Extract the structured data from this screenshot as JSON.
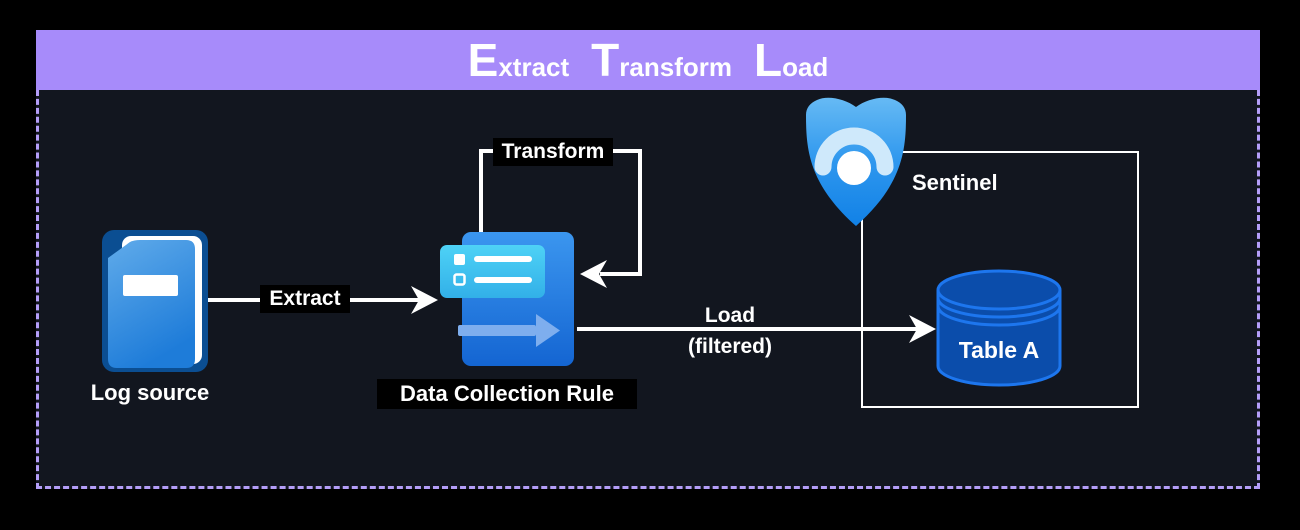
{
  "banner": {
    "words": [
      {
        "big": "E",
        "rest": "xtract"
      },
      {
        "big": "T",
        "rest": "ransform"
      },
      {
        "big": "L",
        "rest": "oad"
      }
    ]
  },
  "nodes": {
    "log_source": {
      "label": "Log source",
      "icon": "book-icon"
    },
    "dcr": {
      "label": "Data Collection Rule",
      "icon": "data-collection-rule-icon"
    },
    "sentinel": {
      "label": "Sentinel",
      "icon": "sentinel-shield-icon"
    },
    "table_a": {
      "label": "Table A",
      "icon": "database-cylinder-icon"
    }
  },
  "edges": {
    "extract": {
      "label": "Extract",
      "from": "log_source",
      "to": "dcr"
    },
    "transform": {
      "label": "Transform",
      "from": "dcr",
      "to": "dcr",
      "type": "loop"
    },
    "load": {
      "label": "Load",
      "sublabel": "(filtered)",
      "from": "dcr",
      "to": "table_a"
    }
  },
  "colors": {
    "outer_bg": "#000000",
    "banner_bg": "#a78bfa",
    "canvas_bg": "#12161f",
    "dashed_border": "#b49ef8",
    "connector": "#ffffff",
    "sentinel_box_border": "#ffffff",
    "book_outline": "#0b4e92",
    "book_cover": "#3b93e4",
    "dcr_body": "#2381e4",
    "dcr_card": "#3fc3ef",
    "dcr_arrow": "#7eaeee",
    "shield_blue": "#2e97ee",
    "shield_arc": "#cfe9fb",
    "cylinder_fill": "#0b4dab",
    "cylinder_stroke": "#1d76ee"
  }
}
